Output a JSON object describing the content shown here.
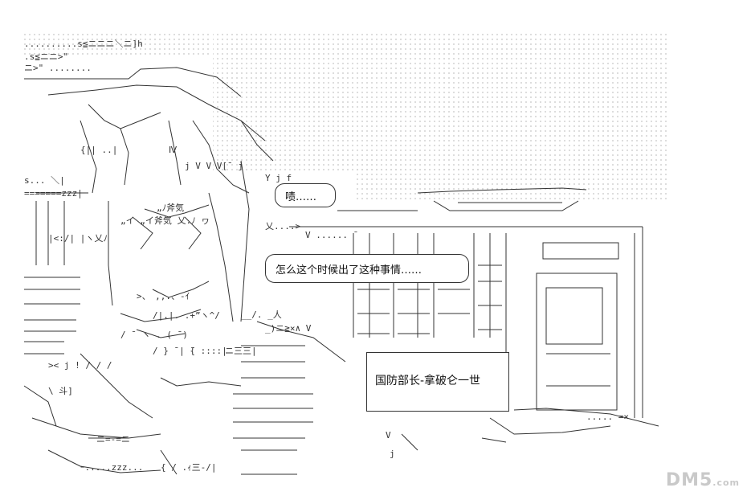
{
  "speech": {
    "line1": "啧……",
    "line2": "怎么这个时候出了这种事情……"
  },
  "caption": {
    "text": "国防部长-拿破仑一世"
  },
  "watermark": {
    "main": "DM5",
    "suffix": ".com"
  },
  "colors": {
    "background": "#ffffff",
    "ink": "#222222",
    "watermark": "#c9c9c9"
  }
}
